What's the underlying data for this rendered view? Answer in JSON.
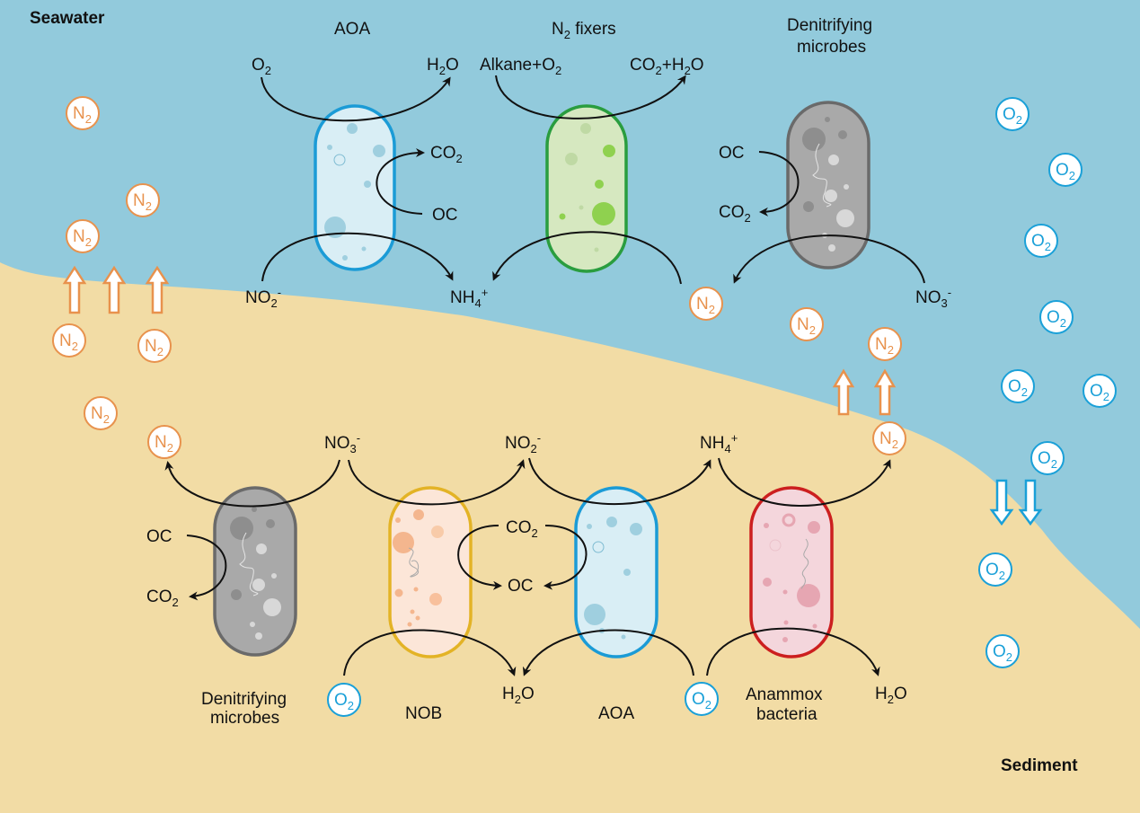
{
  "regions": {
    "seawater": "Seawater",
    "sediment": "Sediment"
  },
  "colors": {
    "seawater": "#92cadc",
    "sediment": "#f2dca5",
    "n2_stroke": "#e8924d",
    "o2_stroke": "#1aa0d8",
    "aoa_fill": "#d9eef5",
    "aoa_stroke": "#1b9bd6",
    "n2fixer_fill": "#d6e8c0",
    "n2fixer_stroke": "#2a9d3f",
    "denitrifier_fill": "#a9a9a9",
    "denitrifier_stroke": "#6a6a6a",
    "nob_fill": "#fce6d8",
    "nob_stroke": "#e3b326",
    "anammox_fill": "#f4d6dc",
    "anammox_stroke": "#cc1f1f"
  },
  "seawater_microbes": [
    {
      "id": "aoa-top",
      "name": "AOA",
      "reactions": {
        "o2": "O",
        "o2_sub": "2",
        "h2o_a": "H",
        "h2o_sub": "2",
        "h2o_b": "O",
        "co2": "CO",
        "co2_sub": "2",
        "oc": "OC",
        "no2": "NO",
        "no2_sub": "2",
        "no2_sup": "-",
        "nh4": "NH",
        "nh4_sub": "4",
        "nh4_sup": "+"
      }
    },
    {
      "id": "n2-fixers",
      "name_a": "N",
      "name_sub": "2",
      "name_b": " fixers",
      "reactions": {
        "alkane": "Alkane+O",
        "alkane_sub": "2",
        "prod_a": "CO",
        "prod_sub1": "2",
        "prod_b": "+H",
        "prod_sub2": "2",
        "prod_c": "O"
      }
    },
    {
      "id": "denitrifiers-top",
      "name_line1": "Denitrifying",
      "name_line2": "microbes",
      "reactions": {
        "oc": "OC",
        "co2": "CO",
        "co2_sub": "2",
        "no3": "NO",
        "no3_sub": "3",
        "no3_sup": "-"
      }
    }
  ],
  "sediment_microbes": [
    {
      "id": "denitrifiers-bottom",
      "name_line1": "Denitrifying",
      "name_line2": "microbes",
      "reactions": {
        "oc": "OC",
        "co2": "CO",
        "co2_sub": "2"
      }
    },
    {
      "id": "nob",
      "name": "NOB",
      "reactions": {
        "no3": "NO",
        "no3_sub": "3",
        "no3_sup": "-",
        "co2": "CO",
        "co2_sub": "2",
        "oc": "OC"
      }
    },
    {
      "id": "aoa-bottom",
      "name": "AOA",
      "reactions": {
        "no2": "NO",
        "no2_sub": "2",
        "no2_sup": "-",
        "h2o_a": "H",
        "h2o_sub": "2",
        "h2o_b": "O"
      }
    },
    {
      "id": "anammox",
      "name_line1": "Anammox",
      "name_line2": "bacteria",
      "reactions": {
        "nh4": "NH",
        "nh4_sub": "4",
        "nh4_sup": "+",
        "h2o_a": "H",
        "h2o_sub": "2",
        "h2o_b": "O"
      }
    }
  ],
  "molecules": {
    "n2": {
      "base": "N",
      "sub": "2"
    },
    "o2": {
      "base": "O",
      "sub": "2"
    }
  },
  "flux_arrows": {
    "n2_up_left_count": 3,
    "n2_up_right_count": 2,
    "o2_down_count": 2
  }
}
